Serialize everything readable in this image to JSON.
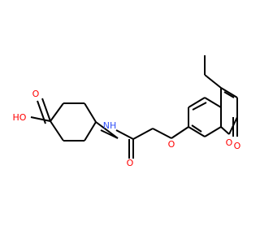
{
  "colors": {
    "carbon": "#000000",
    "oxygen": "#ff0000",
    "nitrogen": "#3050f8"
  },
  "labels": {
    "ho": "HO",
    "o_acid": "O",
    "nh": "NH",
    "o_amide": "O",
    "o_ether": "O",
    "o_ring": "O",
    "o_lactone": "O"
  }
}
